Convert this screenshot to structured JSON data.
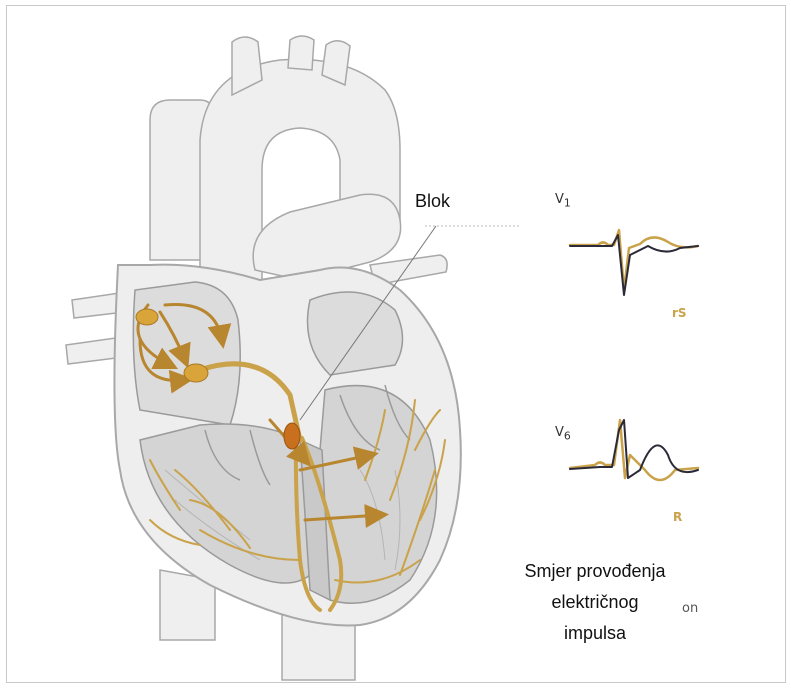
{
  "labels": {
    "block": "Blok",
    "v1_lead": "V1",
    "v1_sub": "1",
    "v1_pattern": "rS",
    "v6_lead": "V6",
    "v6_sub": "6",
    "v6_pattern": "R",
    "caption_line1": "Smjer provođenja",
    "caption_line2": "električnog",
    "caption_line3": "impulsa",
    "partial_text": "on"
  },
  "colors": {
    "conduction": "#c9a24a",
    "conduction_dark": "#b8862e",
    "block_marker": "#c9701e",
    "heart_fill": "#eeeeee",
    "heart_stroke": "#a8a8a8",
    "ecg_dark": "#2a2a38",
    "ecg_gold": "#c9a24a"
  }
}
